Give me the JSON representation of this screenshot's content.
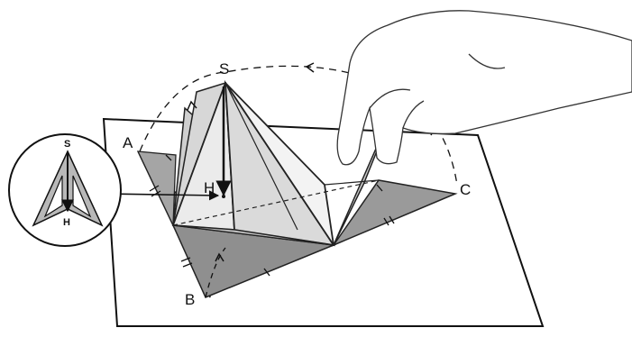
{
  "diagram": {
    "points": {
      "apex": "S",
      "foot": "H",
      "vertex_a": "A",
      "vertex_b": "B",
      "vertex_c": "C"
    },
    "inset": {
      "top_label": "S",
      "bottom_label": "H"
    }
  }
}
